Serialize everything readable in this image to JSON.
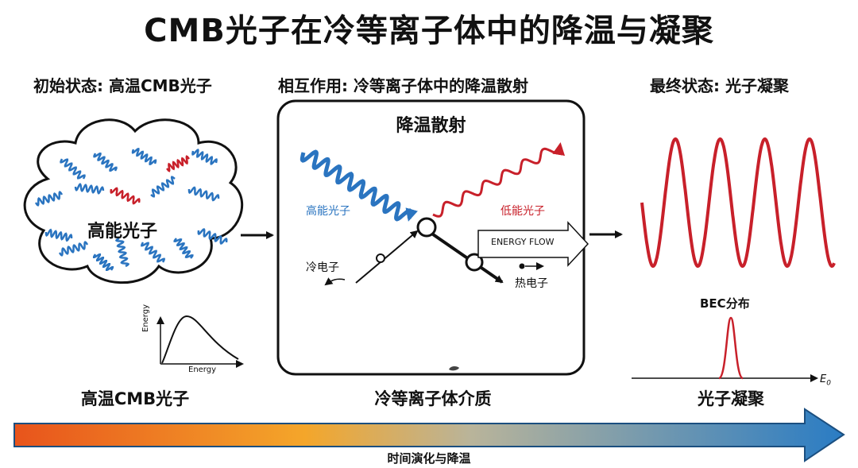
{
  "title": "CMB光子在冷等离子体中的降温与凝聚",
  "sections": {
    "initial": "初始状态: 高温CMB光子",
    "interaction": "相互作用: 冷等离子体中的降温散射",
    "final": "最终状态: 光子凝聚"
  },
  "cloud": {
    "label": "高能光子"
  },
  "blackbody": {
    "ylabel": "Energy",
    "xlabel": "Energy"
  },
  "scatter_box": {
    "title": "降温散射",
    "high_photon": "高能光子",
    "low_photon": "低能光子",
    "energy_flow": "ENERGY FLOW",
    "cold_electron": "冷电子",
    "hot_electron": "热电子"
  },
  "bec": {
    "label": "BEC分布",
    "axis": "E",
    "axis_sub": "0"
  },
  "captions": {
    "left": "高温CMB光子",
    "middle": "冷等离子体介质",
    "right": "光子凝聚"
  },
  "timeline": {
    "label": "时间演化与降温"
  },
  "colors": {
    "blue": "#2a74c0",
    "red": "#c8202a",
    "arrow_start": "#e8541c",
    "arrow_mid": "#f4a62a",
    "arrow_end": "#2a7cc4"
  }
}
